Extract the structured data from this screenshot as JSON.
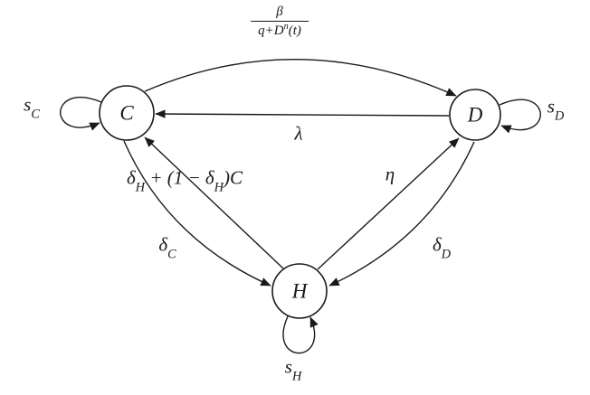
{
  "diagram": {
    "type": "state-transition-diagram",
    "nodes": {
      "c": "C",
      "d": "D",
      "h": "H"
    },
    "edges": [
      {
        "from": "C",
        "to": "D",
        "label": "β/(q+Dⁿ(t))",
        "shape": "arc-top"
      },
      {
        "from": "D",
        "to": "C",
        "label": "λ",
        "shape": "straight"
      },
      {
        "from": "H",
        "to": "C",
        "label": "δH + (1 − δH)C",
        "shape": "straight"
      },
      {
        "from": "C",
        "to": "H",
        "label": "δC",
        "shape": "curve"
      },
      {
        "from": "H",
        "to": "D",
        "label": "η",
        "shape": "straight"
      },
      {
        "from": "D",
        "to": "H",
        "label": "δD",
        "shape": "curve"
      },
      {
        "from": "C",
        "to": "C",
        "label": "sC",
        "shape": "self-loop"
      },
      {
        "from": "D",
        "to": "D",
        "label": "sD",
        "shape": "self-loop"
      },
      {
        "from": "H",
        "to": "H",
        "label": "sH",
        "shape": "self-loop"
      }
    ]
  },
  "labels": {
    "beta": {
      "num": "β",
      "den_pre": "q+D",
      "den_sup": "n",
      "den_post": "(t)"
    },
    "lambda": "λ",
    "eta": "η",
    "h_to_c": {
      "p1": "δ",
      "s1": "H",
      "p2": " + (1 − δ",
      "s2": "H",
      "p3": ")C"
    },
    "delta_c": {
      "base": "δ",
      "sub": "C"
    },
    "delta_d": {
      "base": "δ",
      "sub": "D"
    },
    "s_c": {
      "base": "s",
      "sub": "C"
    },
    "s_d": {
      "base": "s",
      "sub": "D"
    },
    "s_h": {
      "base": "s",
      "sub": "H"
    }
  }
}
